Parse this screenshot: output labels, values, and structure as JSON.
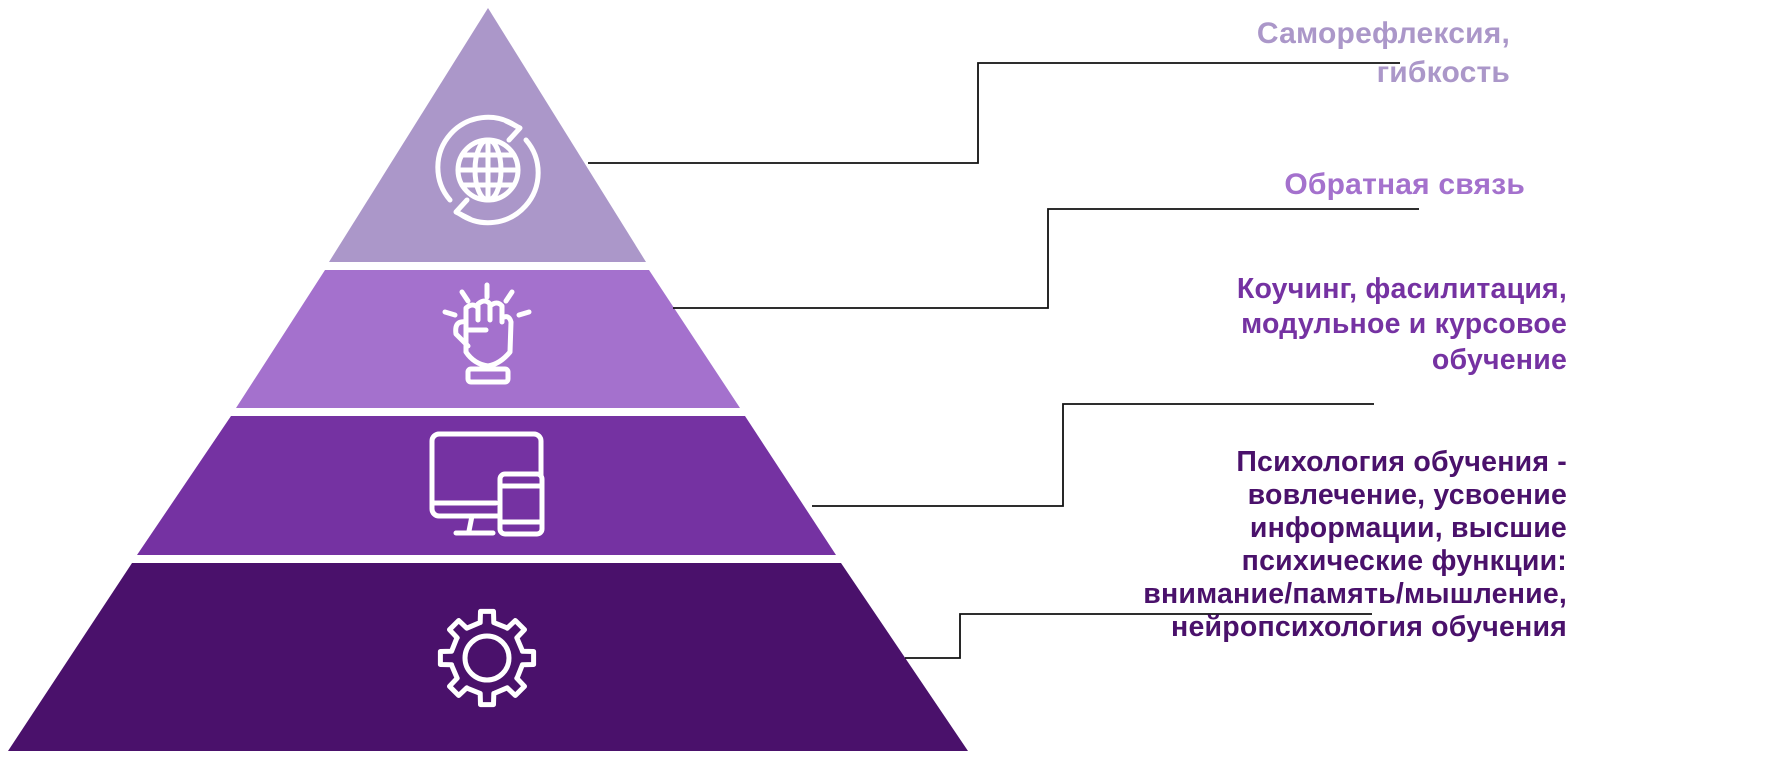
{
  "pyramid": {
    "tiers": [
      {
        "icon": "globe-refresh-icon",
        "color": "#ab97c9",
        "text_color": "#ab97c9",
        "label": "Саморефлексия,\nгибкость"
      },
      {
        "icon": "raised-fist-icon",
        "color": "#a471cd",
        "text_color": "#a471cd",
        "label": "Обратная связь"
      },
      {
        "icon": "monitor-tablet-icon",
        "color": "#7532a2",
        "text_color": "#7532a2",
        "label": "Коучинг, фасилитация,\nмодульное и курсовое\nобучение"
      },
      {
        "icon": "gear-icon",
        "color": "#4a116b",
        "text_color": "#4a116b",
        "label": "Психология обучения -\nвовлечение, усвоение\nинформации, высшие\nпсихические функции:\nвнимание/память/мышление,\nнейропсихология обучения"
      }
    ]
  }
}
